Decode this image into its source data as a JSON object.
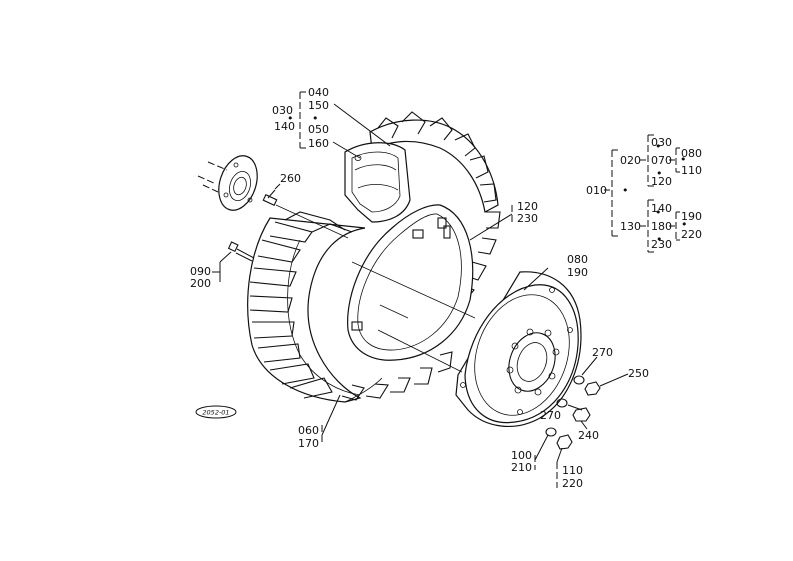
{
  "callouts": {
    "c040": "040",
    "c150": "150",
    "c030": "030",
    "c140a": "140",
    "c050": "050",
    "c160": "160",
    "c260": "260",
    "c090": "090",
    "c200": "200",
    "c120": "120",
    "c230": "230",
    "c080": "080",
    "c190": "190",
    "c060": "060",
    "c170": "170",
    "c270a": "270",
    "c250": "250",
    "c270b": "270",
    "c240": "240",
    "c100": "100",
    "c210": "210",
    "c110": "110",
    "c220": "220"
  },
  "tree": {
    "root": "010",
    "n020": "020",
    "n030": "030",
    "n070": "070",
    "n080": "080",
    "n110": "110",
    "n120": "120",
    "n130": "130",
    "n140": "140",
    "n180": "180",
    "n230": "230",
    "n190": "190",
    "n220": "220"
  },
  "badge": "2052-01"
}
